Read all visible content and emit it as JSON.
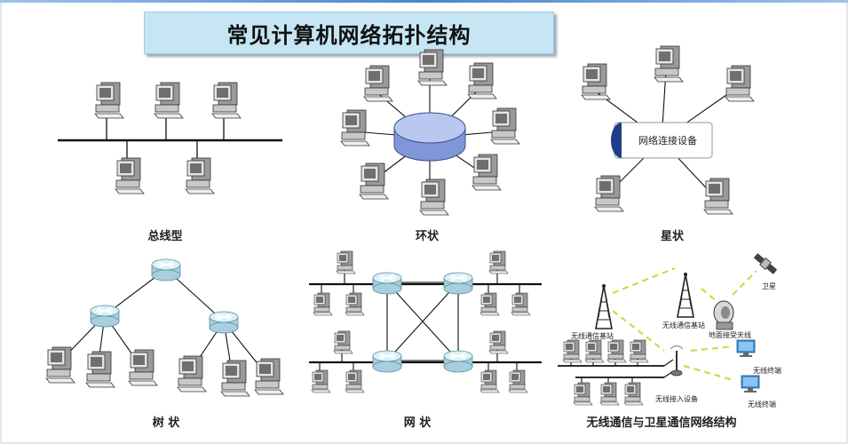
{
  "title": "常见计算机网络拓扑结构",
  "labels": {
    "bus": "总线型",
    "ring": "环状",
    "star": "星状",
    "tree": "树 状",
    "mesh": "网 状",
    "wireless": "无线通信与卫星通信网络结构",
    "star_hub": "网络连接设备",
    "wireless_base_left": "无线通信基站",
    "wireless_base_right": "无线通信基站",
    "ground_antenna": "地面接受天线",
    "satellite": "卫星",
    "terminal_1": "无线终端",
    "terminal_2": "无线终端",
    "access_device": "无线接入设备"
  },
  "colors": {
    "title_bg": "#c6e6f4",
    "ring_fill": "#8fa6e0",
    "router_fill": "#bfe3ee",
    "signal": "#c9e64a"
  },
  "icons": [
    "computer-icon",
    "router-icon",
    "tower-icon",
    "satellite-icon",
    "dish-icon",
    "monitor-icon",
    "access-point-icon"
  ]
}
